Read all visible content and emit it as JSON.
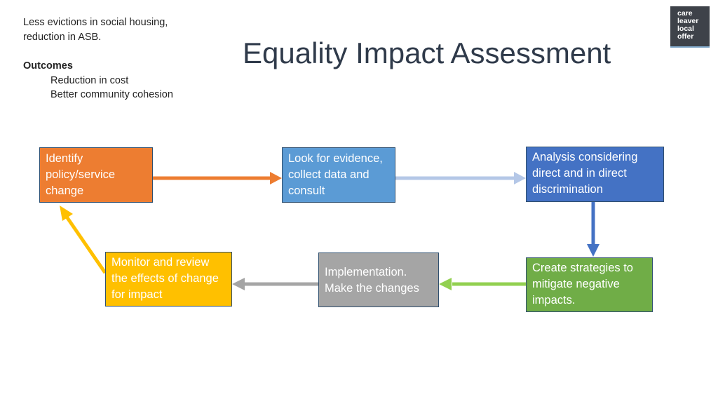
{
  "intro": {
    "line1": "Less evictions in social housing,",
    "line2": "reduction in ASB."
  },
  "outcomes": {
    "heading": "Outcomes",
    "items": [
      "Reduction in cost",
      "Better community cohesion"
    ]
  },
  "title": "Equality Impact Assessment",
  "logo": {
    "lines": [
      "care",
      "leaver",
      "local",
      "offer"
    ]
  },
  "steps": {
    "identify": {
      "lines": [
        "Identify",
        "policy/service",
        "change"
      ],
      "color": "#ed7d31"
    },
    "evidence": {
      "lines": [
        "Look for evidence,",
        "collect data and",
        "consult"
      ],
      "color": "#5b9bd5"
    },
    "analysis": {
      "lines": [
        "Analysis considering",
        "direct and in direct",
        "discrimination"
      ],
      "color": "#4472c4"
    },
    "strategies": {
      "lines": [
        "Create strategies to",
        "mitigate negative",
        "impacts."
      ],
      "color": "#70ad47"
    },
    "implementation": {
      "lines": [
        "Implementation.",
        "Make the changes"
      ],
      "color": "#a5a5a5"
    },
    "monitor": {
      "lines": [
        "Monitor and review",
        "the effects of change",
        "for impact"
      ],
      "color": "#ffc000"
    }
  },
  "arrows": {
    "identify_to_evidence": "#ed7d31",
    "evidence_to_analysis": "#b4c7e7",
    "analysis_to_strategies": "#4472c4",
    "strategies_to_implementation": "#92d050",
    "implementation_to_monitor": "#a5a5a5",
    "monitor_to_identify": "#ffc000"
  }
}
